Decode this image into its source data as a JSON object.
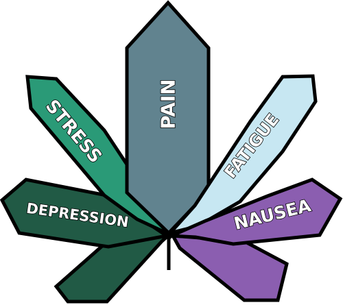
{
  "leaves": [
    {
      "label": "",
      "color": "#215a45"
    },
    {
      "label": "",
      "color": "#8b5eb0"
    },
    {
      "label": "DEPRESSION",
      "color": "#215a45"
    },
    {
      "label": "STRESS",
      "color": "#2a9a77"
    },
    {
      "label": "PAIN",
      "color": "#61838f"
    },
    {
      "label": "FATIGUE",
      "color": "#c7e7f2"
    },
    {
      "label": "NAUSEA",
      "color": "#8b5eb0"
    }
  ],
  "stem_color": "#000000"
}
